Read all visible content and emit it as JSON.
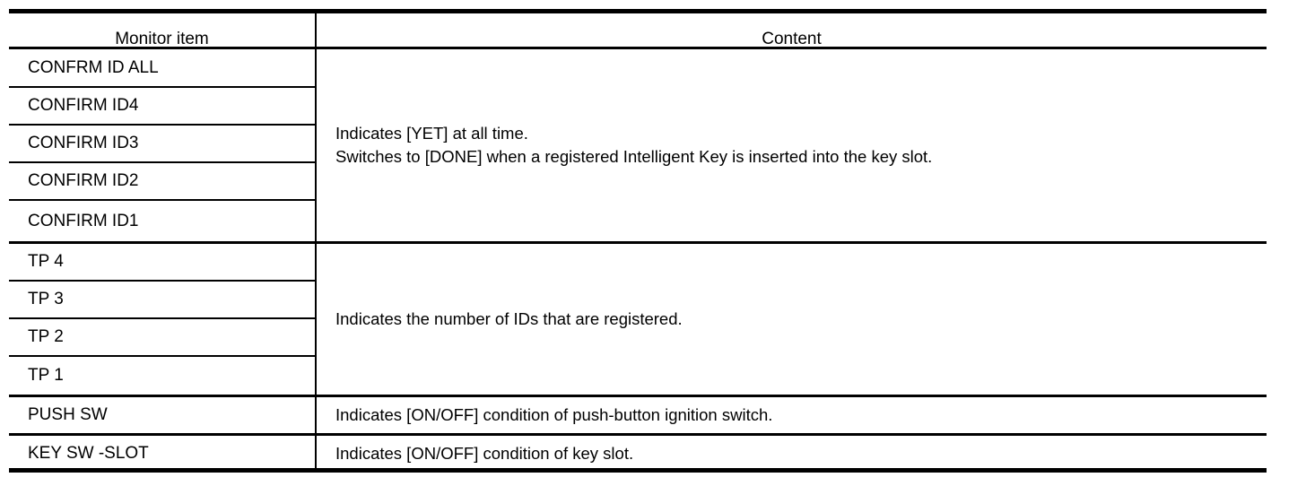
{
  "table": {
    "headers": {
      "monitor_item": "Monitor item",
      "content": "Content"
    },
    "groups": [
      {
        "items": [
          "CONFRM ID ALL",
          "CONFIRM ID4",
          "CONFIRM ID3",
          "CONFIRM ID2",
          "CONFIRM ID1"
        ],
        "content_lines": [
          "Indicates [YET] at all time.",
          "Switches to [DONE] when a registered Intelligent Key is inserted into the key slot."
        ]
      },
      {
        "items": [
          "TP 4",
          "TP 3",
          "TP 2",
          "TP 1"
        ],
        "content_lines": [
          "Indicates the number of IDs that are registered."
        ]
      },
      {
        "items": [
          "PUSH SW"
        ],
        "content_lines": [
          "Indicates [ON/OFF] condition of push-button ignition switch."
        ]
      },
      {
        "items": [
          "KEY SW -SLOT"
        ],
        "content_lines": [
          "Indicates [ON/OFF] condition of key slot."
        ]
      }
    ]
  },
  "colors": {
    "rule": "#000000",
    "text": "#000000",
    "background": "#ffffff"
  }
}
